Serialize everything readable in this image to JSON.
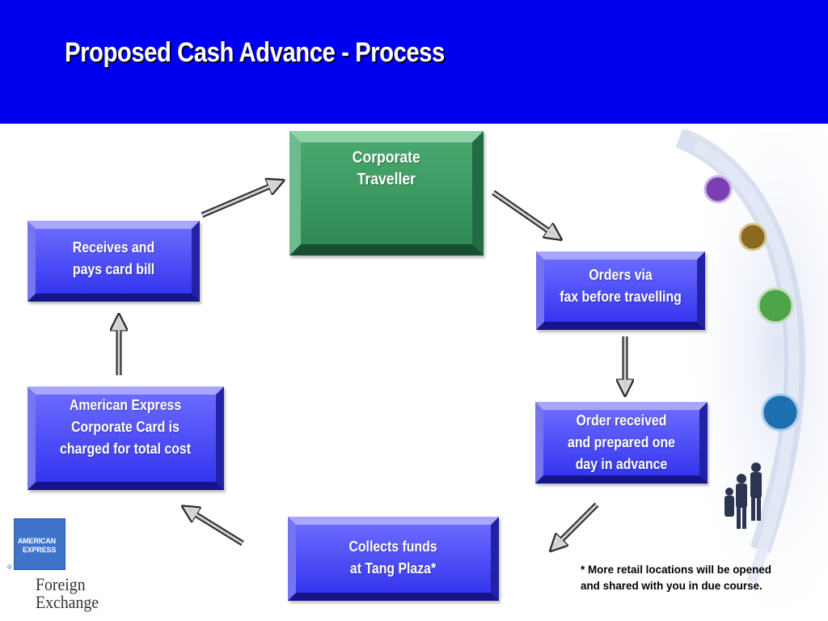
{
  "header": {
    "title": "Proposed Cash Advance -  Process"
  },
  "colors": {
    "header_blue": "#0000F0",
    "box_blue": "#4A4AF5",
    "box_green": "#3E9A64",
    "arrow_gray": "#B0B0B0"
  },
  "process": {
    "center": "Corporate\nTraveller",
    "steps": [
      "Orders  via\nfax before travelling",
      "Order received\nand prepared one\nday in advance",
      "Collects funds\nat Tang Plaza*",
      "American Express\nCorporate Card is\ncharged for total cost",
      "Receives and\npays card bill"
    ]
  },
  "footnote": "* More retail locations will be opened and shared with you in due course.",
  "logo": {
    "line1": "AMERICAN",
    "line2": "EXPRESS",
    "registered": "®",
    "sub": "Foreign\nExchange"
  }
}
